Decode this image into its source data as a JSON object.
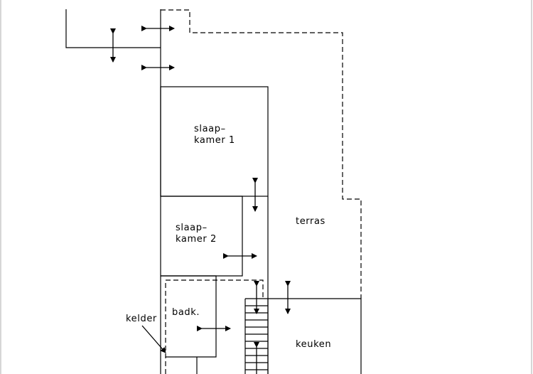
{
  "rooms": {
    "slaapkamer_1": {
      "line1": "slaap–",
      "line2": "kamer  1"
    },
    "slaapkamer_2": {
      "line1": "slaap–",
      "line2": "kamer  2"
    },
    "terras": "terras",
    "badk": "badk.",
    "keuken": "keuken",
    "kelder": "kelder"
  }
}
